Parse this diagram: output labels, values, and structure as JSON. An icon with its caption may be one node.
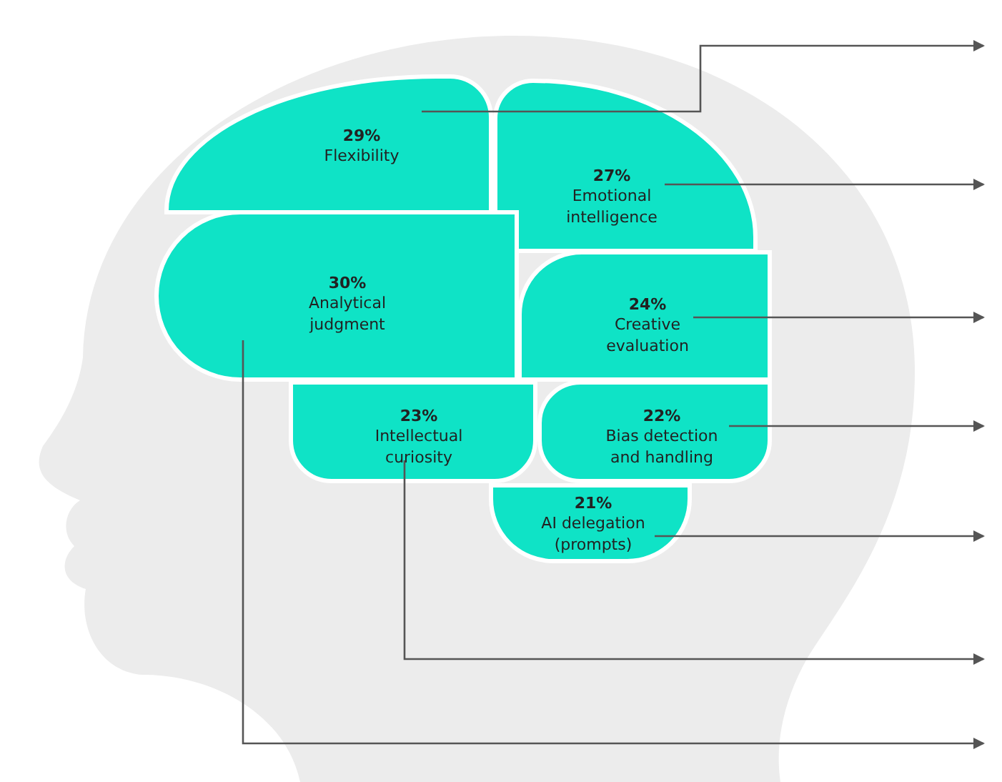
{
  "diagram": {
    "nodes": [
      {
        "text": [
          "29%",
          "Flexibility"
        ]
      },
      {
        "text": [
          "27%",
          "Emotional intelligence"
        ]
      },
      {
        "text": [
          "30%",
          "Analytical judgment"
        ]
      },
      {
        "text": [
          "24%",
          "Creative evaluation"
        ]
      },
      {
        "text": [
          "23%",
          "Intellectual curiosity"
        ]
      },
      {
        "text": [
          "22%",
          "Bias detection and handling"
        ]
      },
      {
        "text": [
          "21%",
          "AI delegation (prompts)"
        ]
      }
    ],
    "edges": [
      {
        "from": 0,
        "to": null,
        "arrow": "to"
      },
      {
        "from": 1,
        "to": null,
        "arrow": "to"
      },
      {
        "from": 3,
        "to": null,
        "arrow": "to"
      },
      {
        "from": 5,
        "to": null,
        "arrow": "to"
      },
      {
        "from": 6,
        "to": null,
        "arrow": "to"
      },
      {
        "from": 4,
        "to": null,
        "arrow": "to"
      },
      {
        "from": 2,
        "to": null,
        "arrow": "to"
      }
    ]
  }
}
